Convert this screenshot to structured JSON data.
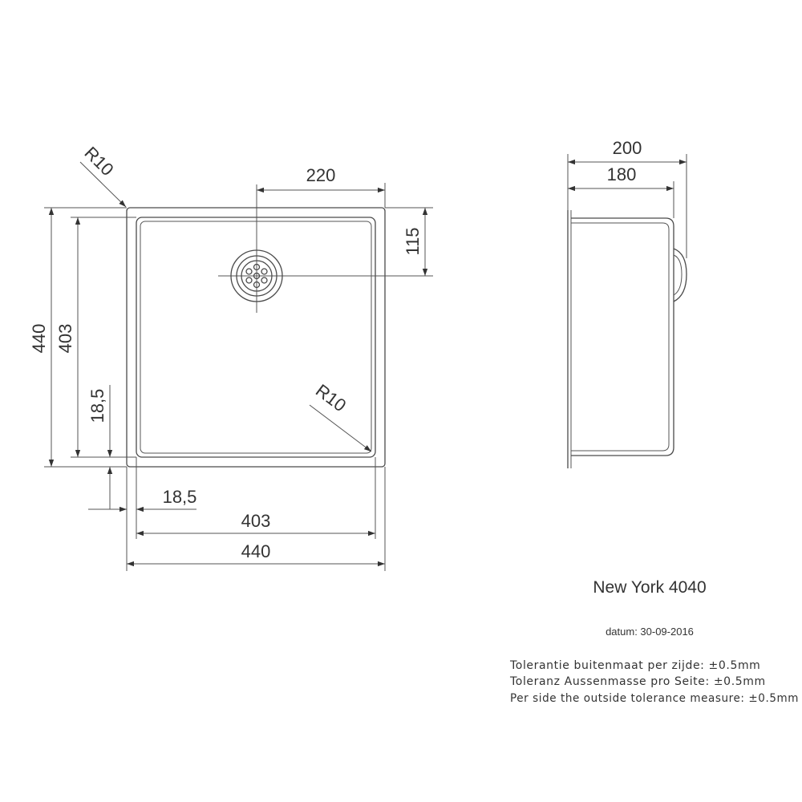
{
  "top_view": {
    "corner_radius_outer": "R10",
    "corner_radius_inner": "R10",
    "drain_offset_x": "220",
    "drain_offset_y": "115",
    "outer_height": "440",
    "inner_height": "403",
    "rim_width_vertical": "18,5",
    "rim_width_horizontal": "18,5",
    "inner_width": "403",
    "outer_width": "440"
  },
  "side_view": {
    "outer_depth": "200",
    "inner_depth": "180"
  },
  "info": {
    "model": "New York 4040",
    "date": "datum: 30-09-2016",
    "tolerance_nl": "Tolerantie buitenmaat per zijde: ±0.5mm",
    "tolerance_de": "Toleranz Aussenmasse pro Seite: ±0.5mm",
    "tolerance_en": "Per side the outside tolerance measure: ±0.5mm"
  }
}
